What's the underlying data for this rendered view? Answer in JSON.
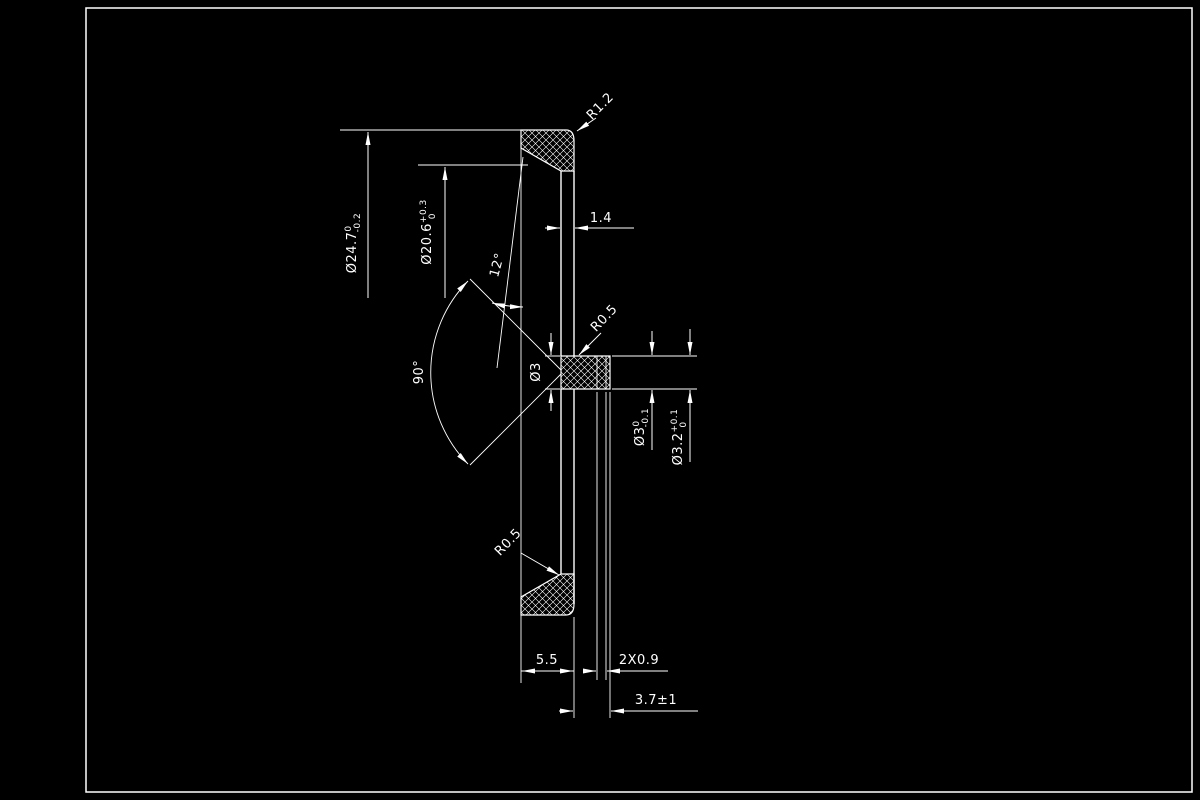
{
  "drawing": {
    "colors": {
      "background": "#000000",
      "ink": "#ffffff"
    },
    "dims": {
      "corner_radius": "R1.2",
      "outer_dia": {
        "value": "Ø24.7",
        "tol_upper": "0",
        "tol_lower": "-0.2"
      },
      "bore_dia": {
        "value": "Ø20.6",
        "tol_upper": "+0.3",
        "tol_lower": "0"
      },
      "wall_thickness": "1.4",
      "taper_angle": "12°",
      "cone_angle": "90°",
      "fillet_upper": "R0.5",
      "web_hole_dia": "Ø3",
      "hole_dia": {
        "value": "Ø3",
        "tol_upper": "0",
        "tol_lower": "-0.1"
      },
      "boss_bore_dia": {
        "value": "Ø3.2",
        "tol_upper": "+0.1",
        "tol_lower": "0"
      },
      "fillet_lower": "R0.5",
      "overall_depth": "5.5",
      "groove_width": "2X0.9",
      "boss_length": "3.7±1"
    }
  }
}
